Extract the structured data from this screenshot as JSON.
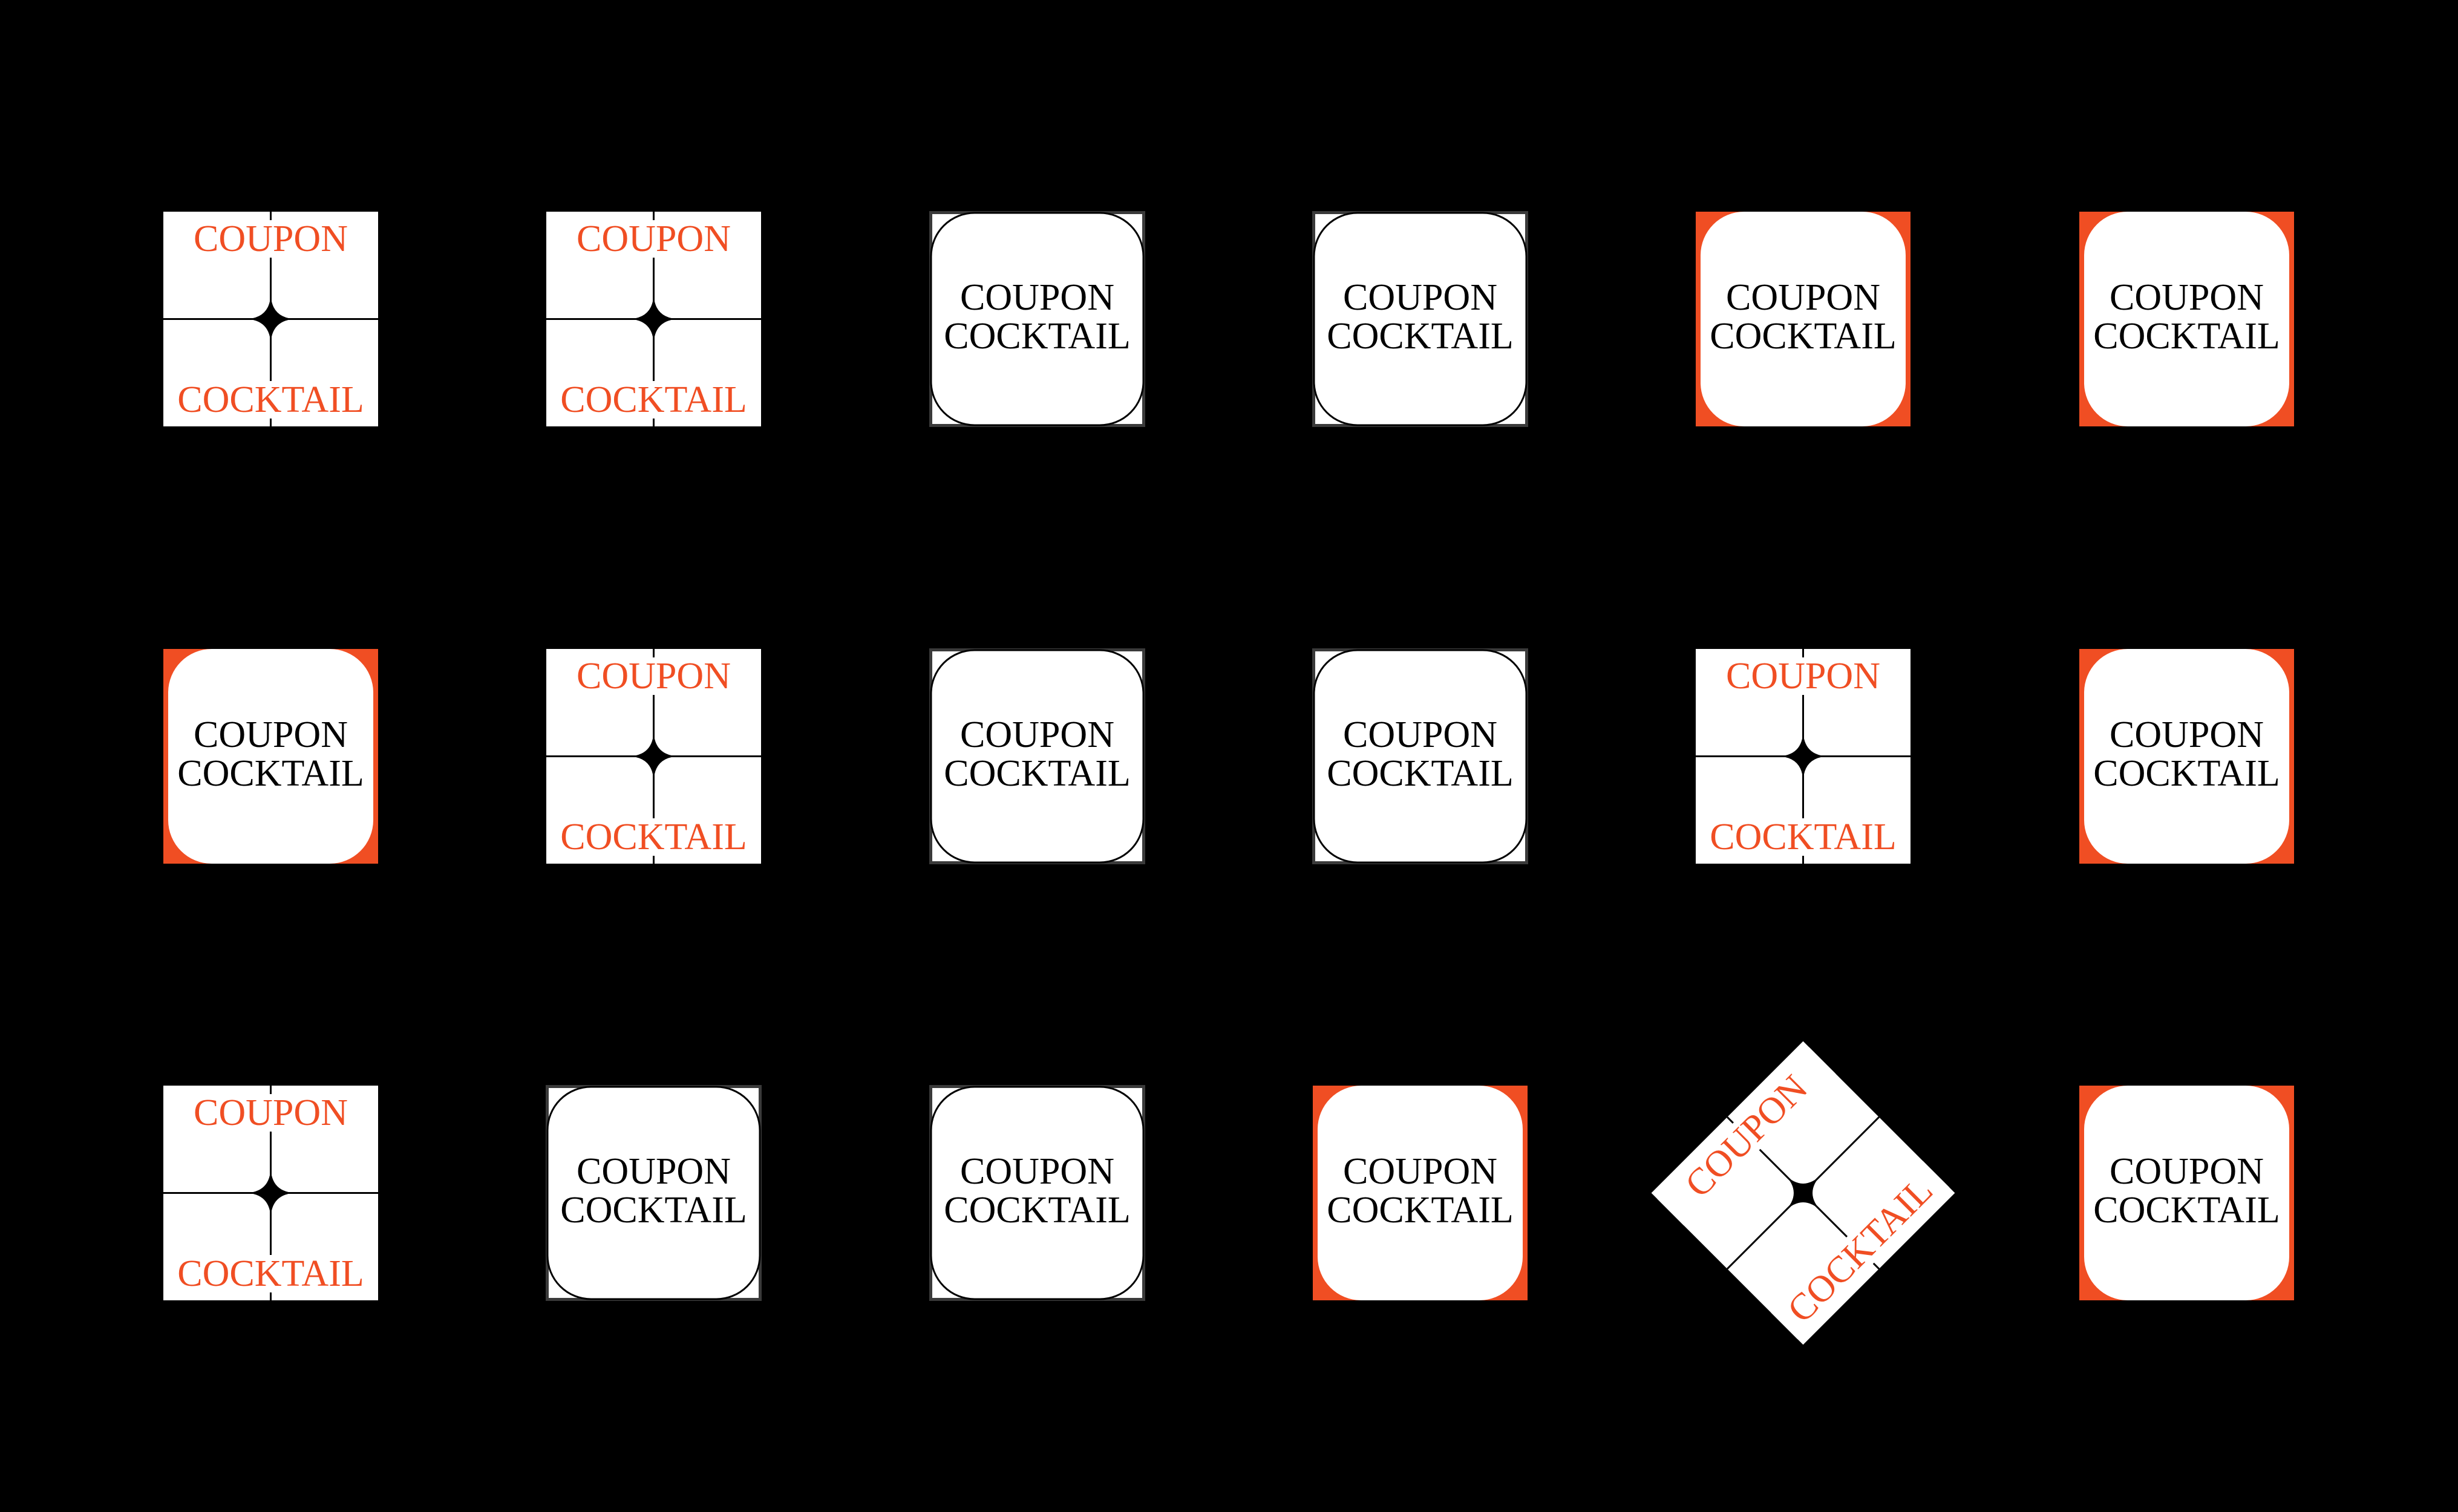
{
  "wordmark": {
    "line1": "COUPON",
    "line2": "COCKTAIL"
  },
  "colors": {
    "background": "#000000",
    "tile": "#ffffff",
    "accent": "#f04e23",
    "outline": "#000000"
  },
  "variants": {
    "cross": "cross-with-four-point-star",
    "outline": "rounded-square-outline",
    "filled": "rounded-square-on-orange",
    "diamond": "rotated-cross-with-four-point-star"
  },
  "grid": [
    [
      "cross",
      "cross",
      "outline",
      "outline",
      "filled",
      "filled"
    ],
    [
      "filled",
      "cross",
      "outline",
      "outline",
      "cross",
      "filled"
    ],
    [
      "cross",
      "outline",
      "outline",
      "filled",
      "diamond",
      "filled"
    ]
  ]
}
